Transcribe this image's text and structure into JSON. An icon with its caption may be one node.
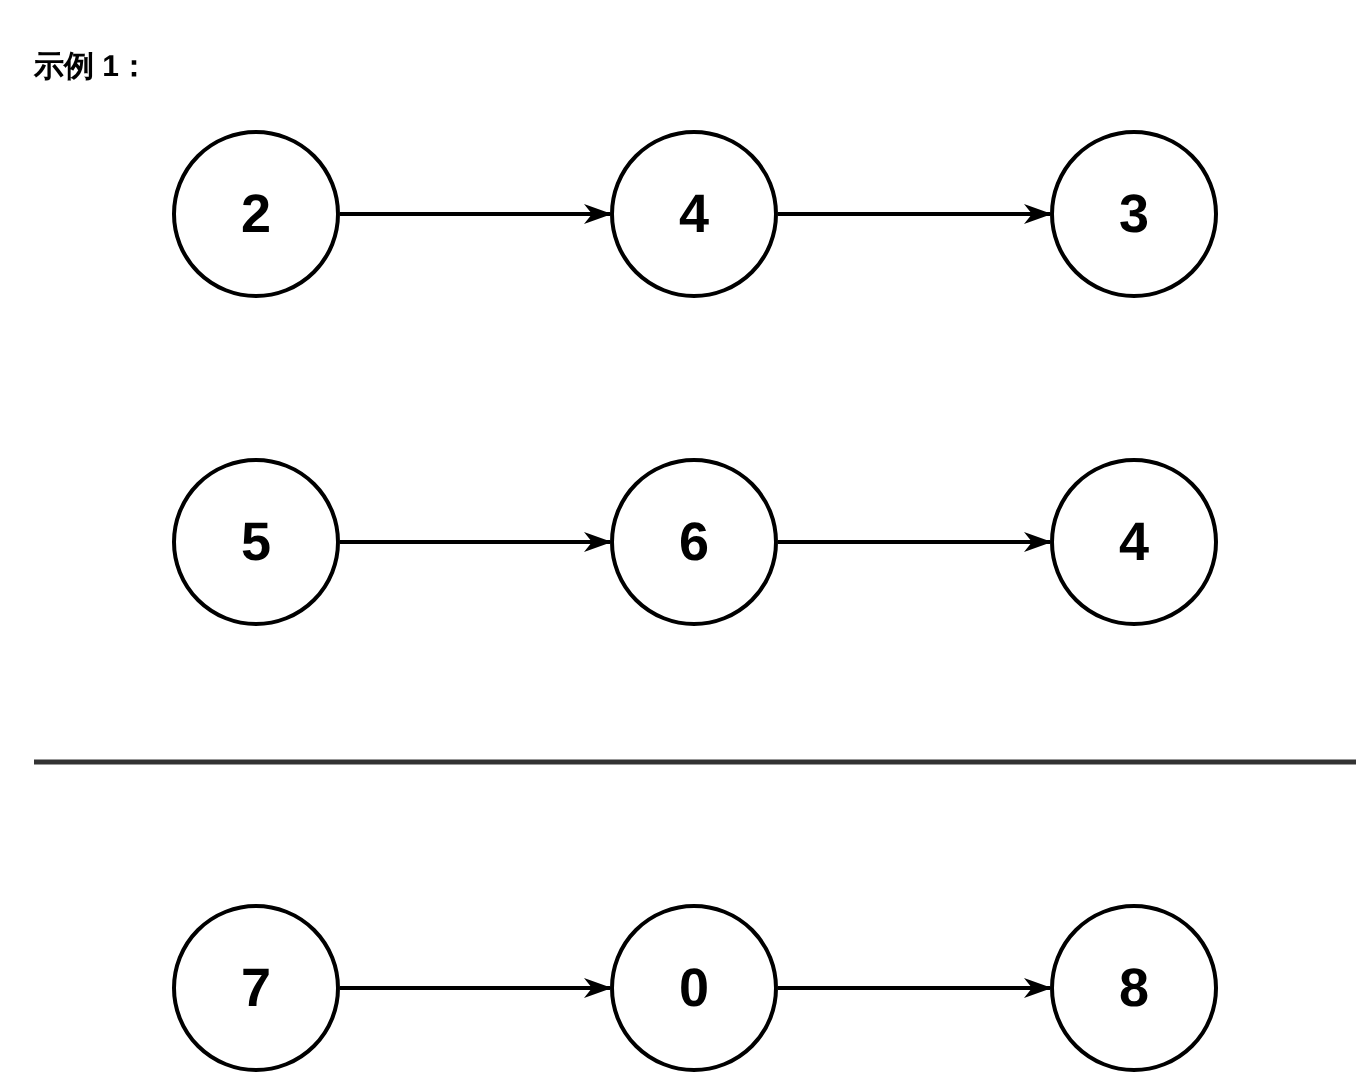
{
  "diagram": {
    "title": "示例 1：",
    "nodes": [
      {
        "text": [
          "2"
        ]
      },
      {
        "text": [
          "4"
        ]
      },
      {
        "text": [
          "3"
        ]
      },
      {
        "text": [
          "5"
        ]
      },
      {
        "text": [
          "6"
        ]
      },
      {
        "text": [
          "4"
        ]
      },
      {
        "text": [
          "7"
        ]
      },
      {
        "text": [
          "0"
        ]
      },
      {
        "text": [
          "8"
        ]
      }
    ],
    "edges": [
      {
        "from": 0,
        "to": 1,
        "arrow": "to"
      },
      {
        "from": 1,
        "to": 2,
        "arrow": "to"
      },
      {
        "from": 3,
        "to": 4,
        "arrow": "to"
      },
      {
        "from": 4,
        "to": 5,
        "arrow": "to"
      },
      {
        "from": 6,
        "to": 7,
        "arrow": "to"
      },
      {
        "from": 7,
        "to": 8,
        "arrow": "to"
      }
    ]
  }
}
